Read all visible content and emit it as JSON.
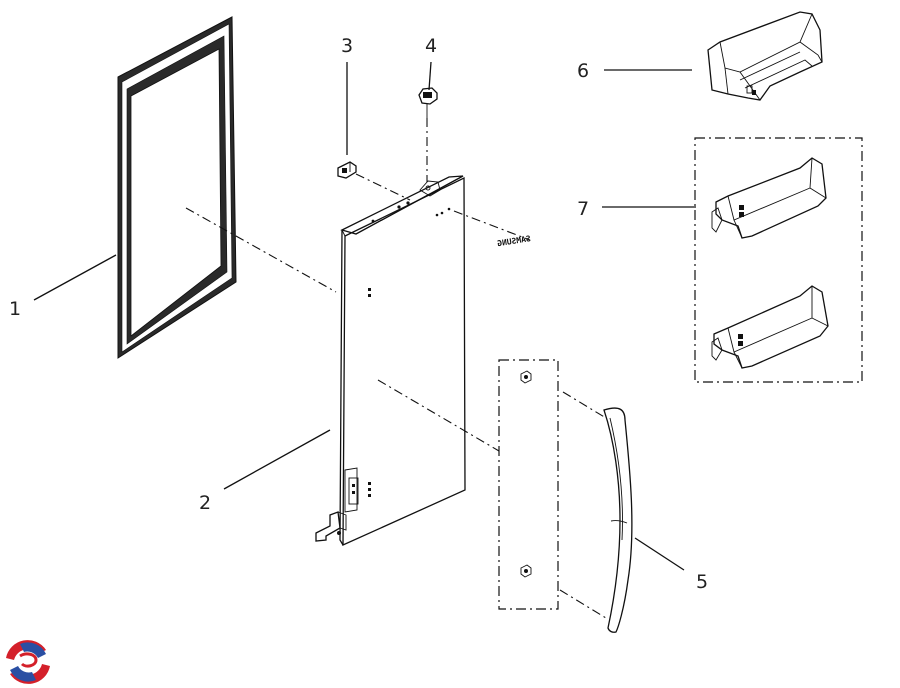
{
  "diagram": {
    "callouts": {
      "c1": "1",
      "c2": "2",
      "c3": "3",
      "c4": "4",
      "c5": "5",
      "c6": "6",
      "c7": "7"
    },
    "door_logo_text": "SAMSUNG",
    "logo_icon": "brand-swirl-logo",
    "colors": {
      "line": "#111111",
      "background": "#ffffff",
      "logo_red": "#d4202a",
      "logo_blue": "#2a4fa3"
    }
  }
}
